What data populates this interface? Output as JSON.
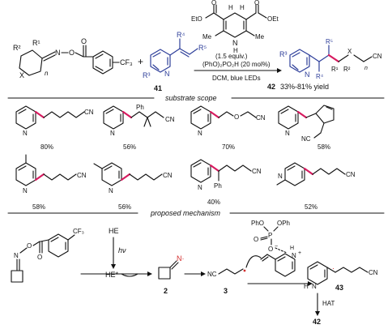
{
  "header": {
    "reagent_hantzsch_labels": {
      "o": "O",
      "eto_left": "EtO",
      "oet_right": "OEt",
      "h": "H",
      "h2": "H",
      "me_left": "Me",
      "me_right": "Me",
      "nh": "N",
      "nh_h": "H"
    },
    "conditions": [
      "(1.5 equiv.)",
      "(PhO)₂PO₂H (20 mol%)",
      "DCM, blue LEDs"
    ],
    "compound_41": "41",
    "product_label": "42",
    "product_yield": "33%-81% yield",
    "reactant_labels": {
      "r2": "R²",
      "r1": "R¹",
      "x": "X",
      "n": "n",
      "n_oxime": "N",
      "o_oxime": "O",
      "o_carbonyl": "O",
      "cf3": "CF₃",
      "plus": "+",
      "r3": "R³",
      "n_pyr": "N",
      "r4": "R⁴",
      "r5": "R⁵"
    },
    "product_labels": {
      "r3": "R³",
      "n_pyr": "N",
      "r4": "R⁴",
      "r5": "R⁵",
      "r1": "R¹",
      "r2": "R²",
      "x": "X",
      "n": "n",
      "cn": "CN"
    }
  },
  "sections": {
    "scope_title": "substrate scope",
    "mechanism_title": "proposed mechanism"
  },
  "scope": {
    "row1": [
      {
        "id": "s1",
        "yield": "80%",
        "labels": {
          "n": "N",
          "cn": "CN"
        }
      },
      {
        "id": "s2",
        "yield": "56%",
        "labels": {
          "n": "N",
          "ph": "Ph",
          "cn": "CN"
        }
      },
      {
        "id": "s3",
        "yield": "70%",
        "labels": {
          "n": "N",
          "o": "O",
          "cn": "CN"
        }
      },
      {
        "id": "s4",
        "yield": "58%",
        "labels": {
          "n": "N",
          "nc": "NC"
        }
      }
    ],
    "row2": [
      {
        "id": "s5",
        "yield": "58%",
        "labels": {
          "n": "N",
          "cn": "CN"
        }
      },
      {
        "id": "s6",
        "yield": "56%",
        "labels": {
          "n": "N",
          "cn": "CN"
        }
      },
      {
        "id": "s7",
        "yield": "40%",
        "labels": {
          "n": "N",
          "ph": "Ph",
          "cn": "CN"
        }
      },
      {
        "id": "s8",
        "yield": "52%",
        "labels": {
          "n": "N",
          "cn": "CN"
        }
      }
    ]
  },
  "mechanism": {
    "he": "HE",
    "hv": "hν",
    "he_star": "HE*",
    "n_radical": "N·",
    "compound_2": "2",
    "nc": "NC",
    "compound_3": "3",
    "phosphate": {
      "pho": "PhO",
      "oph": "OPh",
      "p": "P",
      "o_top": "O",
      "o_minus": "O",
      "minus": "−"
    },
    "pyridinium": {
      "n": "N",
      "plus": "+",
      "h": "H"
    },
    "intermediate_43": {
      "label": "43",
      "h": "H",
      "n": "N",
      "cn": "CN",
      "radical": "·"
    },
    "hat": "HAT",
    "compound_42": "42",
    "oxime_labels": {
      "n": "N",
      "o": "O",
      "o_carbonyl": "O",
      "cf3": "CF₃"
    }
  },
  "colors": {
    "highlight_bond": "#d81b60",
    "reagent_blue": "#2e3f9a",
    "radical_red": "#d32f2f"
  }
}
